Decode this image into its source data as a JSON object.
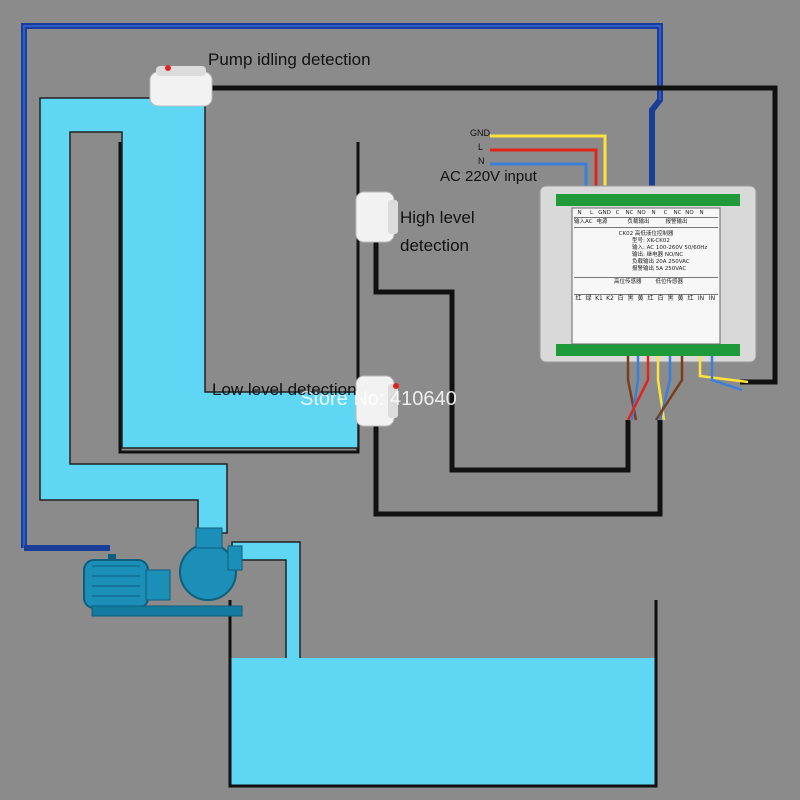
{
  "labels": {
    "pump_idling": "Pump idling detection",
    "high_level_1": "High level",
    "high_level_2": "detection",
    "low_level": "Low level detection",
    "gnd": "GND",
    "l": "L",
    "n": "N",
    "ac_input": "AC  220V input"
  },
  "watermark": "Store No: 410640",
  "controller": {
    "top_terminals": [
      "N",
      "L",
      "GND",
      "C",
      "NC",
      "NO",
      "N",
      "C",
      "NC",
      "NO",
      "N"
    ],
    "top_group_1": "输入AC",
    "top_group_1b": "电源",
    "top_group_2": "负载输出",
    "top_group_3": "报警输出",
    "title": "CK02 高低液位控制器",
    "model": "型号: XK-CK02",
    "input": "输入: AC 100-260V 50/60Hz",
    "output": "输出: 继电器 NO/NC",
    "load_out": "负载输出 20A 250VAC",
    "alarm_out": "报警输出 5A 250VAC",
    "bottom_terminals": [
      "红",
      "绿",
      "K1",
      "K2",
      "白",
      "黑",
      "黄",
      "红",
      "白",
      "黑",
      "黄",
      "红",
      "IN",
      "IN"
    ],
    "bottom_group_1": "高位传感器",
    "bottom_group_2": "低位传感器"
  },
  "colors": {
    "background": "#8b8b8b",
    "water": "#5fd7f4",
    "sensor_wire": "#111111",
    "signal_wire": "#1a3d9a",
    "gnd_wire": "#ffe33a",
    "l_wire": "#e0241c",
    "n_wire": "#3a7fd8",
    "tank_outline": "#111111"
  }
}
